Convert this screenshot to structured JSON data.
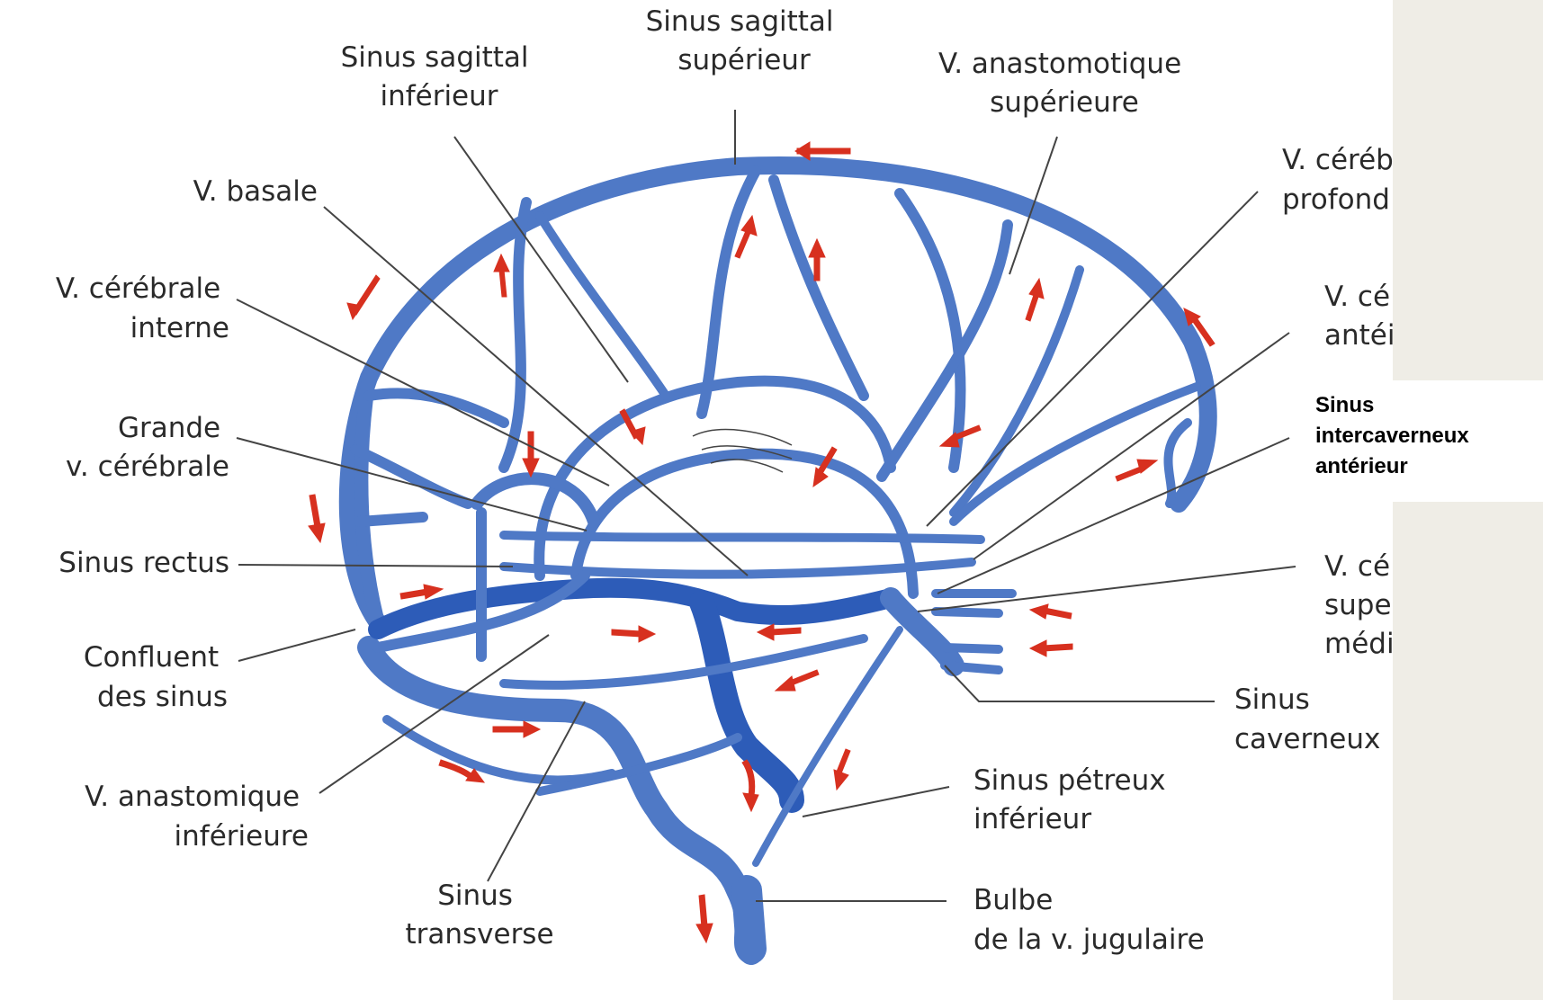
{
  "labels": {
    "sinus_sagittal_superieur": [
      "Sinus sagittal",
      "supérieur"
    ],
    "sinus_sagittal_inferieur": [
      "Sinus sagittal",
      "inférieur"
    ],
    "v_anastomotique_superieure": [
      "V. anastomotique",
      "supérieure"
    ],
    "v_basale": [
      "V. basale"
    ],
    "v_cerebrale_profonde": [
      "V. céréb",
      "profond"
    ],
    "v_cerebrale_interne": [
      "V. cérébrale",
      "interne"
    ],
    "v_cerebrale_anterieure": [
      "V. cé",
      "antéi"
    ],
    "grande_v_cerebrale": [
      "Grande",
      "v. cérébrale"
    ],
    "sinus_rectus": [
      "Sinus rectus"
    ],
    "v_cerebrale_sup_media": [
      "V. cé",
      "supe",
      "médi"
    ],
    "confluent_des_sinus": [
      "Confluent",
      "des sinus"
    ],
    "sinus_caverneux": [
      "Sinus",
      "caverneux"
    ],
    "sinus_petreux_inferieur": [
      "Sinus pétreux",
      "inférieur"
    ],
    "v_anastomique_inferieure": [
      "V. anastomique",
      "inférieure"
    ],
    "sinus_transverse": [
      "Sinus",
      "transverse"
    ],
    "bulbe_jugulaire": [
      "Bulbe",
      "de la v. jugulaire"
    ]
  },
  "callout": [
    "Sinus",
    "intercaverneux",
    "antérieur"
  ],
  "colors": {
    "vein": "#4f79c6",
    "vein_dark": "#2d5cb8",
    "flow_arrow": "#d7301f",
    "background": "#efede6"
  }
}
